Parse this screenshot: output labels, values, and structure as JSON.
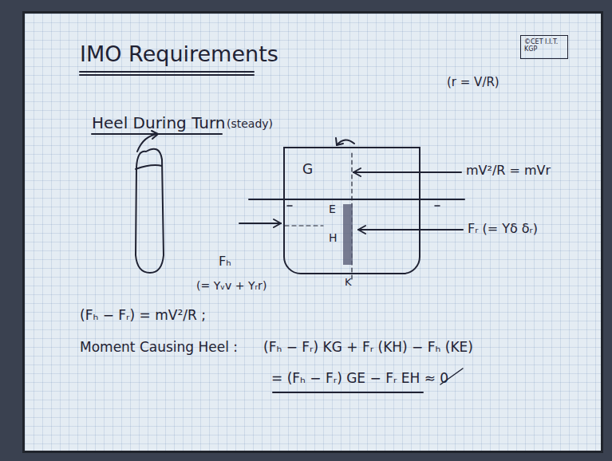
{
  "diagram": {
    "title": "IMO Requirements",
    "nodes": [
      {
        "text": [
          "©CET I.I.T. KGP"
        ]
      },
      {
        "text": [
          "G",
          "E",
          "H"
        ]
      }
    ],
    "labels": [
      "Heel During Turn",
      "(steady)",
      "(r = V/R)",
      "mV²/R = mVr",
      "Fᵣ (= Yδ δᵣ)",
      "Fₕ",
      "(= Yᵥv + Yᵣr)",
      "K",
      "(Fₕ − Fᵣ) = mV²/R ;",
      "Moment Causing Heel :",
      "(Fₕ − Fᵣ) KG + Fᵣ (KH) − Fₕ (KE)",
      "= (Fₕ − Fᵣ) GE − Fᵣ EH ≈ 0"
    ]
  }
}
